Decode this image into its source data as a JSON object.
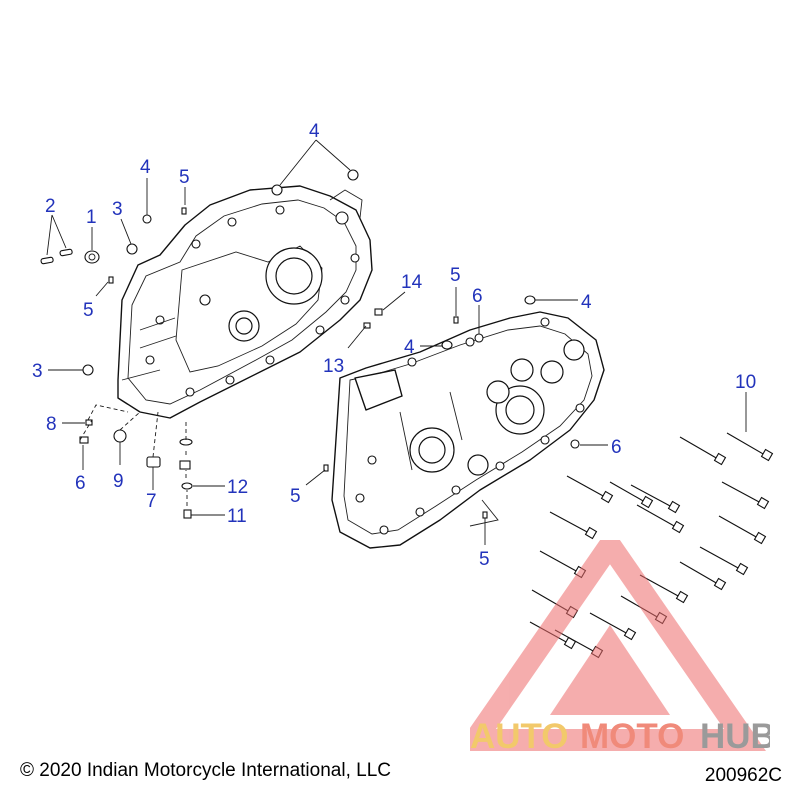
{
  "callouts": [
    {
      "id": "c2",
      "text": "2"
    },
    {
      "id": "c1",
      "text": "1"
    },
    {
      "id": "c3a",
      "text": "3"
    },
    {
      "id": "c4a",
      "text": "4"
    },
    {
      "id": "c5a",
      "text": "5"
    },
    {
      "id": "c4b",
      "text": "4"
    },
    {
      "id": "c5b",
      "text": "5"
    },
    {
      "id": "c3b",
      "text": "3"
    },
    {
      "id": "c8",
      "text": "8"
    },
    {
      "id": "c6a",
      "text": "6"
    },
    {
      "id": "c9",
      "text": "9"
    },
    {
      "id": "c7",
      "text": "7"
    },
    {
      "id": "c12",
      "text": "12"
    },
    {
      "id": "c11",
      "text": "11"
    },
    {
      "id": "c14",
      "text": "14"
    },
    {
      "id": "c13",
      "text": "13"
    },
    {
      "id": "c5c",
      "text": "5"
    },
    {
      "id": "c6b",
      "text": "6"
    },
    {
      "id": "c4c",
      "text": "4"
    },
    {
      "id": "c4d",
      "text": "4"
    },
    {
      "id": "c10",
      "text": "10"
    },
    {
      "id": "c6c",
      "text": "6"
    },
    {
      "id": "c5d",
      "text": "5"
    },
    {
      "id": "c5e",
      "text": "5"
    }
  ],
  "footer": {
    "copyright": "© 2020 Indian Motorcycle International, LLC",
    "diagram_number": "200962C"
  },
  "watermark": {
    "part1": "AUTO",
    "part2": "MOTO",
    "part3": "HUB",
    "colors": {
      "auto": "#f2c96b",
      "moto": "#f08a7a",
      "hub": "#9a9a9a",
      "triangle": "#ee6b6b"
    }
  },
  "colors": {
    "callout": "#2233bb",
    "line": "#111111"
  }
}
